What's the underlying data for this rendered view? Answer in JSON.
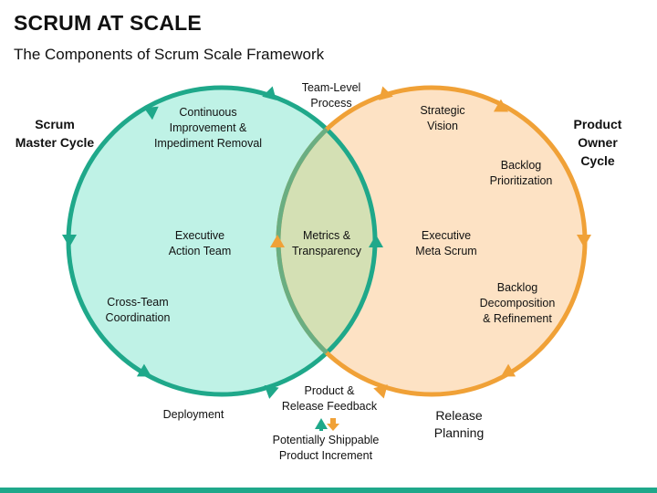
{
  "title": "SCRUM AT SCALE",
  "subtitle": "The Components of Scrum Scale Framework",
  "labels": {
    "team_level_process": "Team-Level\nProcess",
    "continuous_improvement": "Continuous\nImprovement &\nImpediment Removal",
    "strategic_vision": "Strategic\nVision",
    "scrum_master_cycle": "Scrum\nMaster Cycle",
    "product_owner_cycle": "Product\nOwner Cycle",
    "backlog_prioritization": "Backlog\nPrioritization",
    "executive_action_team": "Executive\nAction Team",
    "metrics_transparency": "Metrics &\nTransparency",
    "executive_meta_scrum": "Executive\nMeta Scrum",
    "cross_team_coordination": "Cross-Team\nCoordination",
    "backlog_decomposition": "Backlog\nDecomposition\n& Refinement",
    "product_release_feedback": "Product &\nRelease Feedback",
    "deployment": "Deployment",
    "release_planning": "Release\nPlanning",
    "potentially_shippable": "Potentially Shippable\nProduct Increment"
  },
  "colors": {
    "scrum_master_stroke": "#1fa88a",
    "scrum_master_fill": "#bff2e6",
    "product_owner_stroke": "#f0a137",
    "product_owner_fill": "#fde2c4",
    "overlap_fill": "#d4e0b4",
    "overlap_stroke": "#6aae82",
    "bottom_bar": "#1fa88a"
  }
}
